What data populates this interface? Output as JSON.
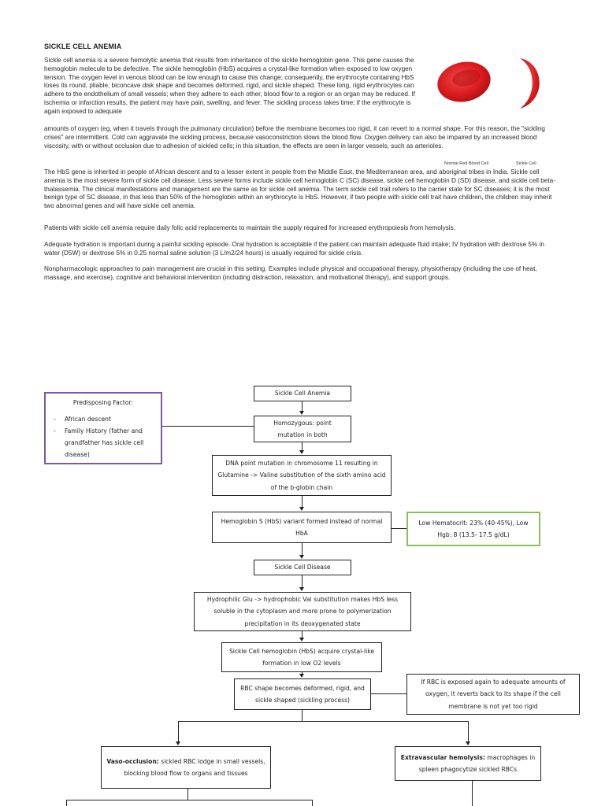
{
  "heading": "SICKLE CELL ANEMIA",
  "figure": {
    "caption_normal": "Normal Red Blood Cell",
    "caption_sickle": "Sickle Cell",
    "rbc_color": "#d7191c"
  },
  "paragraphs": {
    "p1": "Sickle cell anemia is a severe hemolytic anemia that results from inheritance of the sickle hemoglobin gene. This gene causes the hemoglobin molecule to be defective. The sickle hemoglobin (HbS) acquires a crystal-like formation when exposed to low oxygen tension. The oxygen level in venous blood can be low enough to cause this change; consequently, the erythrocyte containing HbS loses its round, pliable, biconcave disk shape and becomes deformed, rigid, and sickle shaped. These long, rigid erythrocytes can adhere to the endothelium of small vessels; when they adhere to each other, blood flow to a region or an organ may be reduced. If ischemia or infarction results, the patient may have pain, swelling, and fever. The sickling process takes time; if the erythrocyte is again exposed to adequate",
    "p1b": "amounts of oxygen (eg, when it travels through the pulmonary circulation) before the membrane becomes too rigid, it can revert to a normal shape. For this reason, the \"sickling crises\" are intermittent. Cold can aggravate the sickling process, because vasoconstriction slows the blood flow. Oxygen delivery can also be impaired by an increased blood viscosity, with or without occlusion due to adhesion of sickled cells; in this situation, the effects are seen in larger vessels, such as arterioles.",
    "p2": "The HbS gene is inherited in people of African descent and to a lesser extent in people from the Middle East, the Mediterranean area, and aboriginal tribes in India. Sickle cell anemia is the most severe form of sickle cell disease. Less severe forms include sickle cell hemoglobin C (SC) disease, sickle cell hemoglobin D (SD) disease, and sickle cell beta-thalassemia. The clinical manifestations and management are the same as for sickle cell anemia. The term sickle cell trait refers to the carrier state for SC diseases; it is the most benign type of SC disease, in that less than 50% of the hemoglobin within an erythrocyte is HbS. However, if two people with sickle cell trait have children, the children may inherit two abnormal genes and will have sickle cell anemia.",
    "p3": "Patients with sickle cell anemia require daily folic acid replacements to maintain the supply required for increased erythropoiesis from hemolysis.",
    "p4": "Adequate hydration is important during a painful sickling episode. Oral hydration is acceptable if the patient can maintain adequate fluid intake; IV hydration with dextrose 5% in water (D5W) or dextrose 5% in 0.25 normal saline solution (3 L/m2/24 hours) is usually required for sickle crisis.",
    "p5": "Nonpharmacologic approaches to pain management are crucial in this setting. Examples include physical and occupational therapy, physiotherapy (including the use of heat, massage, and exercise), cognitive and behavioral intervention (including distraction, relaxation, and motivational therapy), and support groups."
  },
  "flowchart": {
    "title": "Sickle Cell Anemia",
    "predisposing_title": "Predisposing Factor:",
    "predisposing_items": [
      "African descent",
      "Family History (father and grandfather has sickle cell disease)"
    ],
    "homozygous": "Homozygous: point mutation in both",
    "dna": "DNA point mutation in chromosome 11 resulting in Glutamine -> Valine substitution of the sixth amino acid of the b-globin chain",
    "hbs": "Hemoglobin S (HbS) variant formed instead of normal HbA",
    "labs": "Low Hematocrit: 23% (40-45%), Low Hgb: 8 (13.5- 17.5 g/dL)",
    "disease": "Sickle Cell Disease",
    "hydrophilic": "Hydrophilic Glu -> hydrophobic Val substitution makes HbS less soluble in the cytoplasm and more prone to polymerization precipitation in its deoxygenated state",
    "crystal": "Sickle Cell hemoglobin (HbS) acquire crystal-like formation in low O2 levels",
    "rbc_shape": "RBC shape becomes deformed, rigid, and sickle shaped (sickling process)",
    "revert": "If RBC is exposed again to adequate amounts of oxygen, it reverts back to its shape if the cell membrane is not yet too rigid",
    "vaso_bold": "Vaso-occlusion:",
    "vaso_rest": " sickled RBC lodge in small vessels, blocking blood flow to organs and tissues",
    "extra_bold": "Extravascular hemolysis:",
    "extra_rest": " macrophages in spleen phagocytize sickled RBCs"
  }
}
